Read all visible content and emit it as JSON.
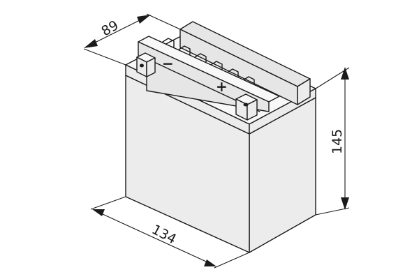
{
  "dimensions": {
    "depth": "89",
    "height": "145",
    "width": "134"
  },
  "terminals": {
    "negative": "−",
    "positive": "+"
  },
  "colors": {
    "line": "#1a1a1a",
    "fill": "#ececec"
  }
}
